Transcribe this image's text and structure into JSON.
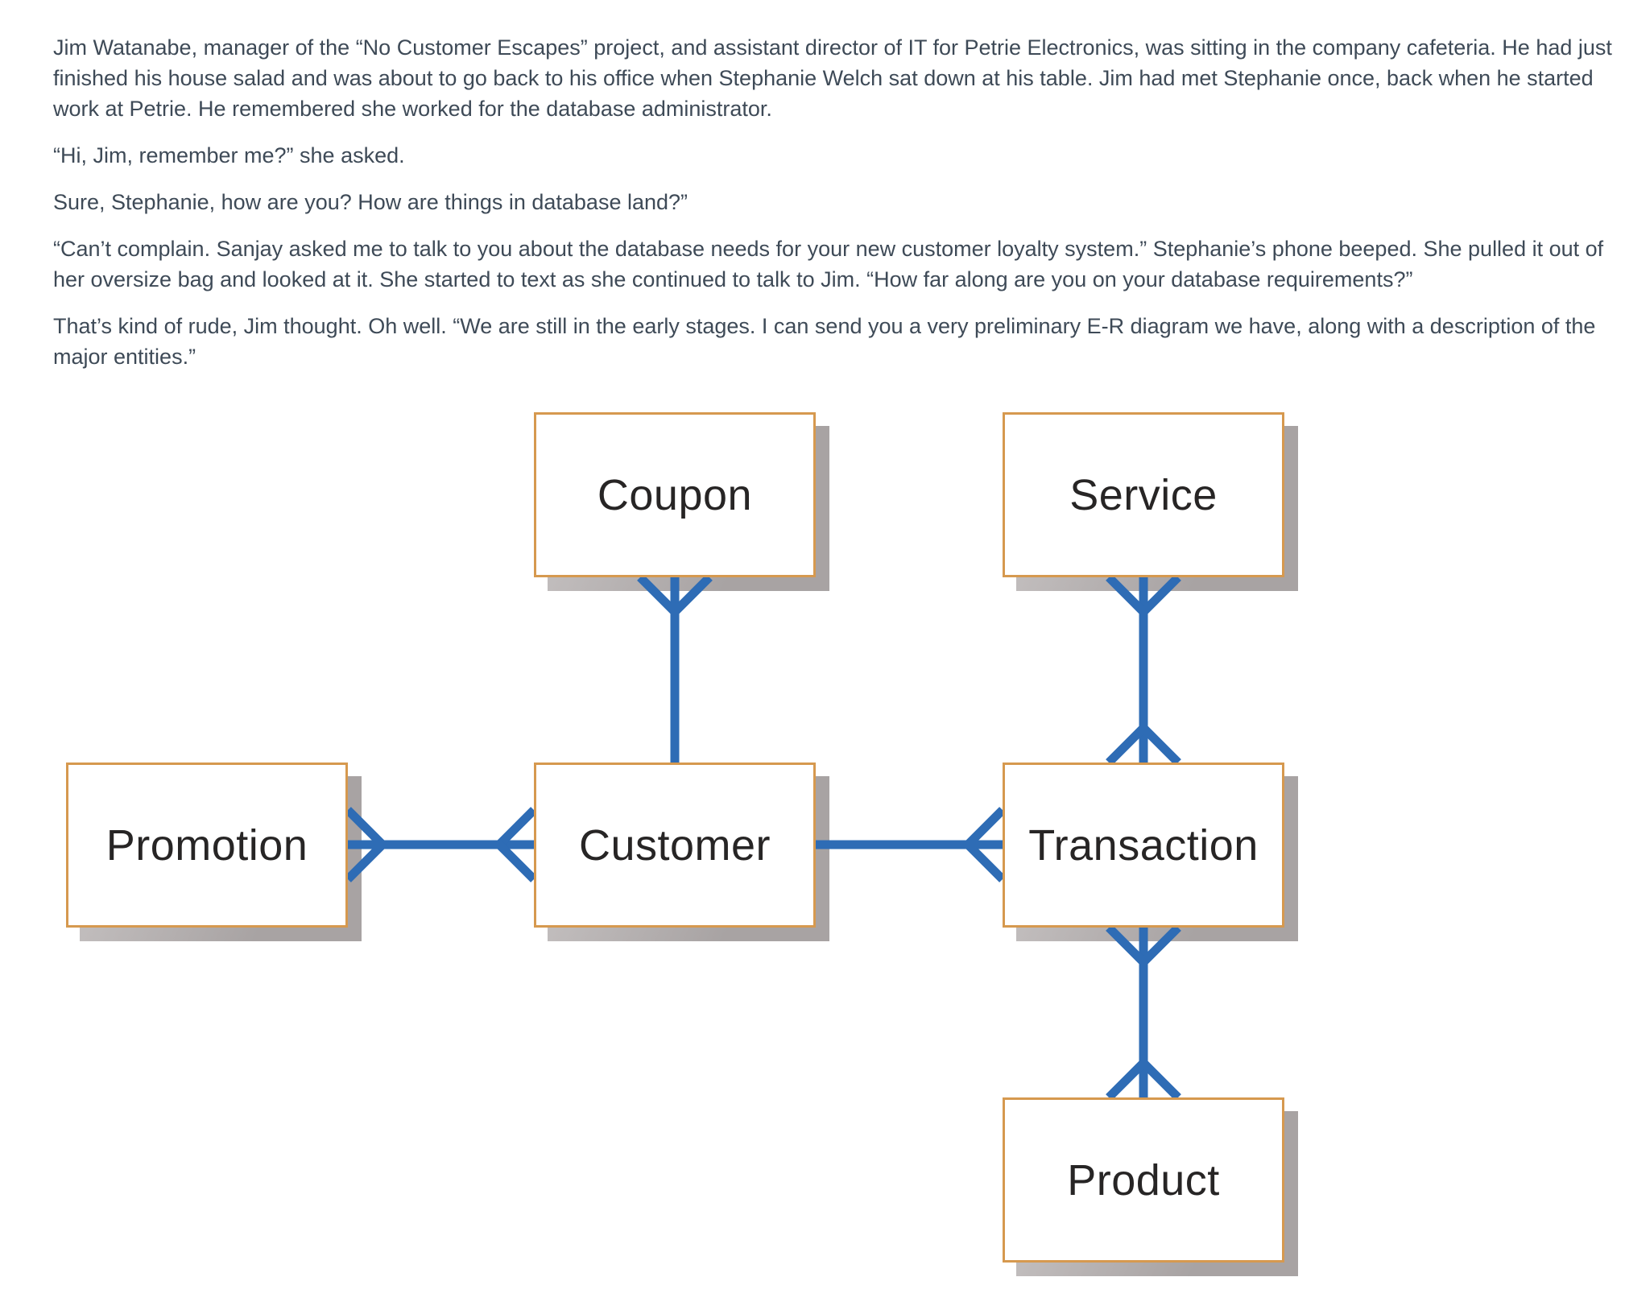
{
  "narrative": {
    "paragraphs": [
      "Jim Watanabe, manager of the “No Customer Escapes” project, and assistant director of IT for Petrie Electronics, was sitting in the company cafeteria. He had just finished his house salad and was about to go back to his office when Stephanie Welch sat down at his table. Jim had met Stephanie once, back when he started work at Petrie. He remembered she worked for the database administrator.",
      "“Hi, Jim, remember me?” she asked.",
      "Sure, Stephanie, how are you? How are things in database land?”",
      "“Can’t complain. Sanjay asked me to talk to you about the database needs for your new customer loyalty system.” Stephanie’s phone beeped. She pulled it out of her oversize bag and looked at it. She started to text as she continued to talk to Jim. “How far along are you on your database requirements?”",
      "That’s kind of rude, Jim thought. Oh well. “We are still in the early stages. I can send you a very preliminary E-R diagram we have, along with a description of the major entities.”"
    ]
  },
  "diagram": {
    "type": "er-diagram",
    "entities": [
      {
        "id": "coupon",
        "label": "Coupon"
      },
      {
        "id": "service",
        "label": "Service"
      },
      {
        "id": "promotion",
        "label": "Promotion"
      },
      {
        "id": "customer",
        "label": "Customer"
      },
      {
        "id": "transaction",
        "label": "Transaction"
      },
      {
        "id": "product",
        "label": "Product"
      }
    ],
    "relationships": [
      {
        "from": "Customer",
        "to": "Coupon",
        "cardinality": "1:M",
        "crow_foot_at": [
          "Coupon"
        ]
      },
      {
        "from": "Service",
        "to": "Transaction",
        "cardinality": "M:N",
        "crow_foot_at": [
          "Service",
          "Transaction"
        ]
      },
      {
        "from": "Promotion",
        "to": "Customer",
        "cardinality": "M:N",
        "crow_foot_at": [
          "Promotion",
          "Customer"
        ]
      },
      {
        "from": "Customer",
        "to": "Transaction",
        "cardinality": "1:M",
        "crow_foot_at": [
          "Transaction"
        ]
      },
      {
        "from": "Transaction",
        "to": "Product",
        "cardinality": "M:N",
        "crow_foot_at": [
          "Transaction",
          "Product"
        ]
      }
    ],
    "colors": {
      "entity_border": "#d6994f",
      "entity_fill": "#ffffff",
      "entity_text": "#272525",
      "connector": "#2e6cb5",
      "shadow": "#b1acac",
      "narrative_text": "#3e4a57"
    }
  }
}
